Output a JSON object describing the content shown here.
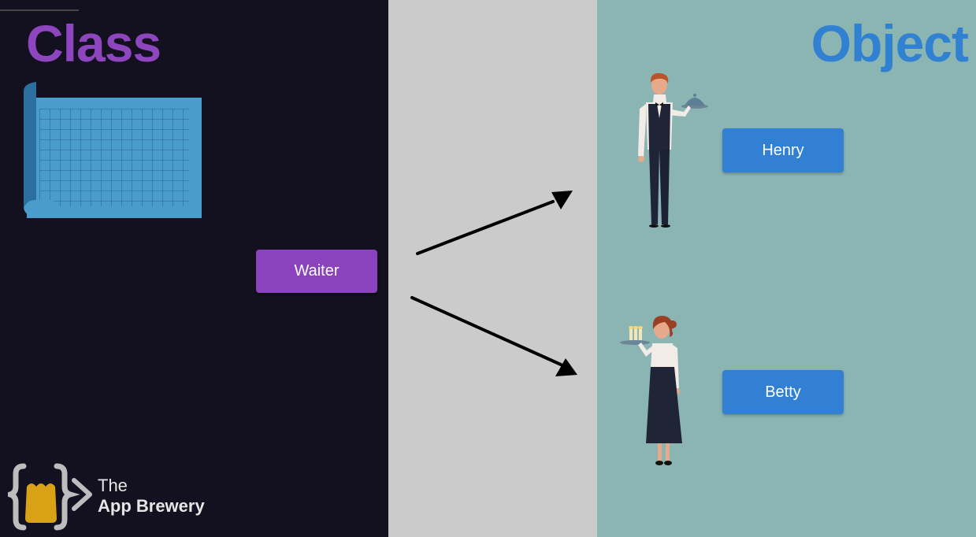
{
  "headings": {
    "left": "Class",
    "right": "Object"
  },
  "boxes": {
    "class_box": "Waiter",
    "object_1": "Henry",
    "object_2": "Betty"
  },
  "logo": {
    "line1": "The",
    "line2": "App Brewery"
  },
  "colors": {
    "class_purple": "#8a43bc",
    "object_blue": "#3280d3",
    "left_bg": "#13101f",
    "middle_bg": "#cbcbcb",
    "right_bg": "#8bb5b3",
    "blueprint": "#4a9ccc"
  },
  "icons": [
    "blueprint-icon",
    "arrow-icon",
    "waiter-figure",
    "waitress-figure",
    "app-brewery-logo-icon"
  ]
}
